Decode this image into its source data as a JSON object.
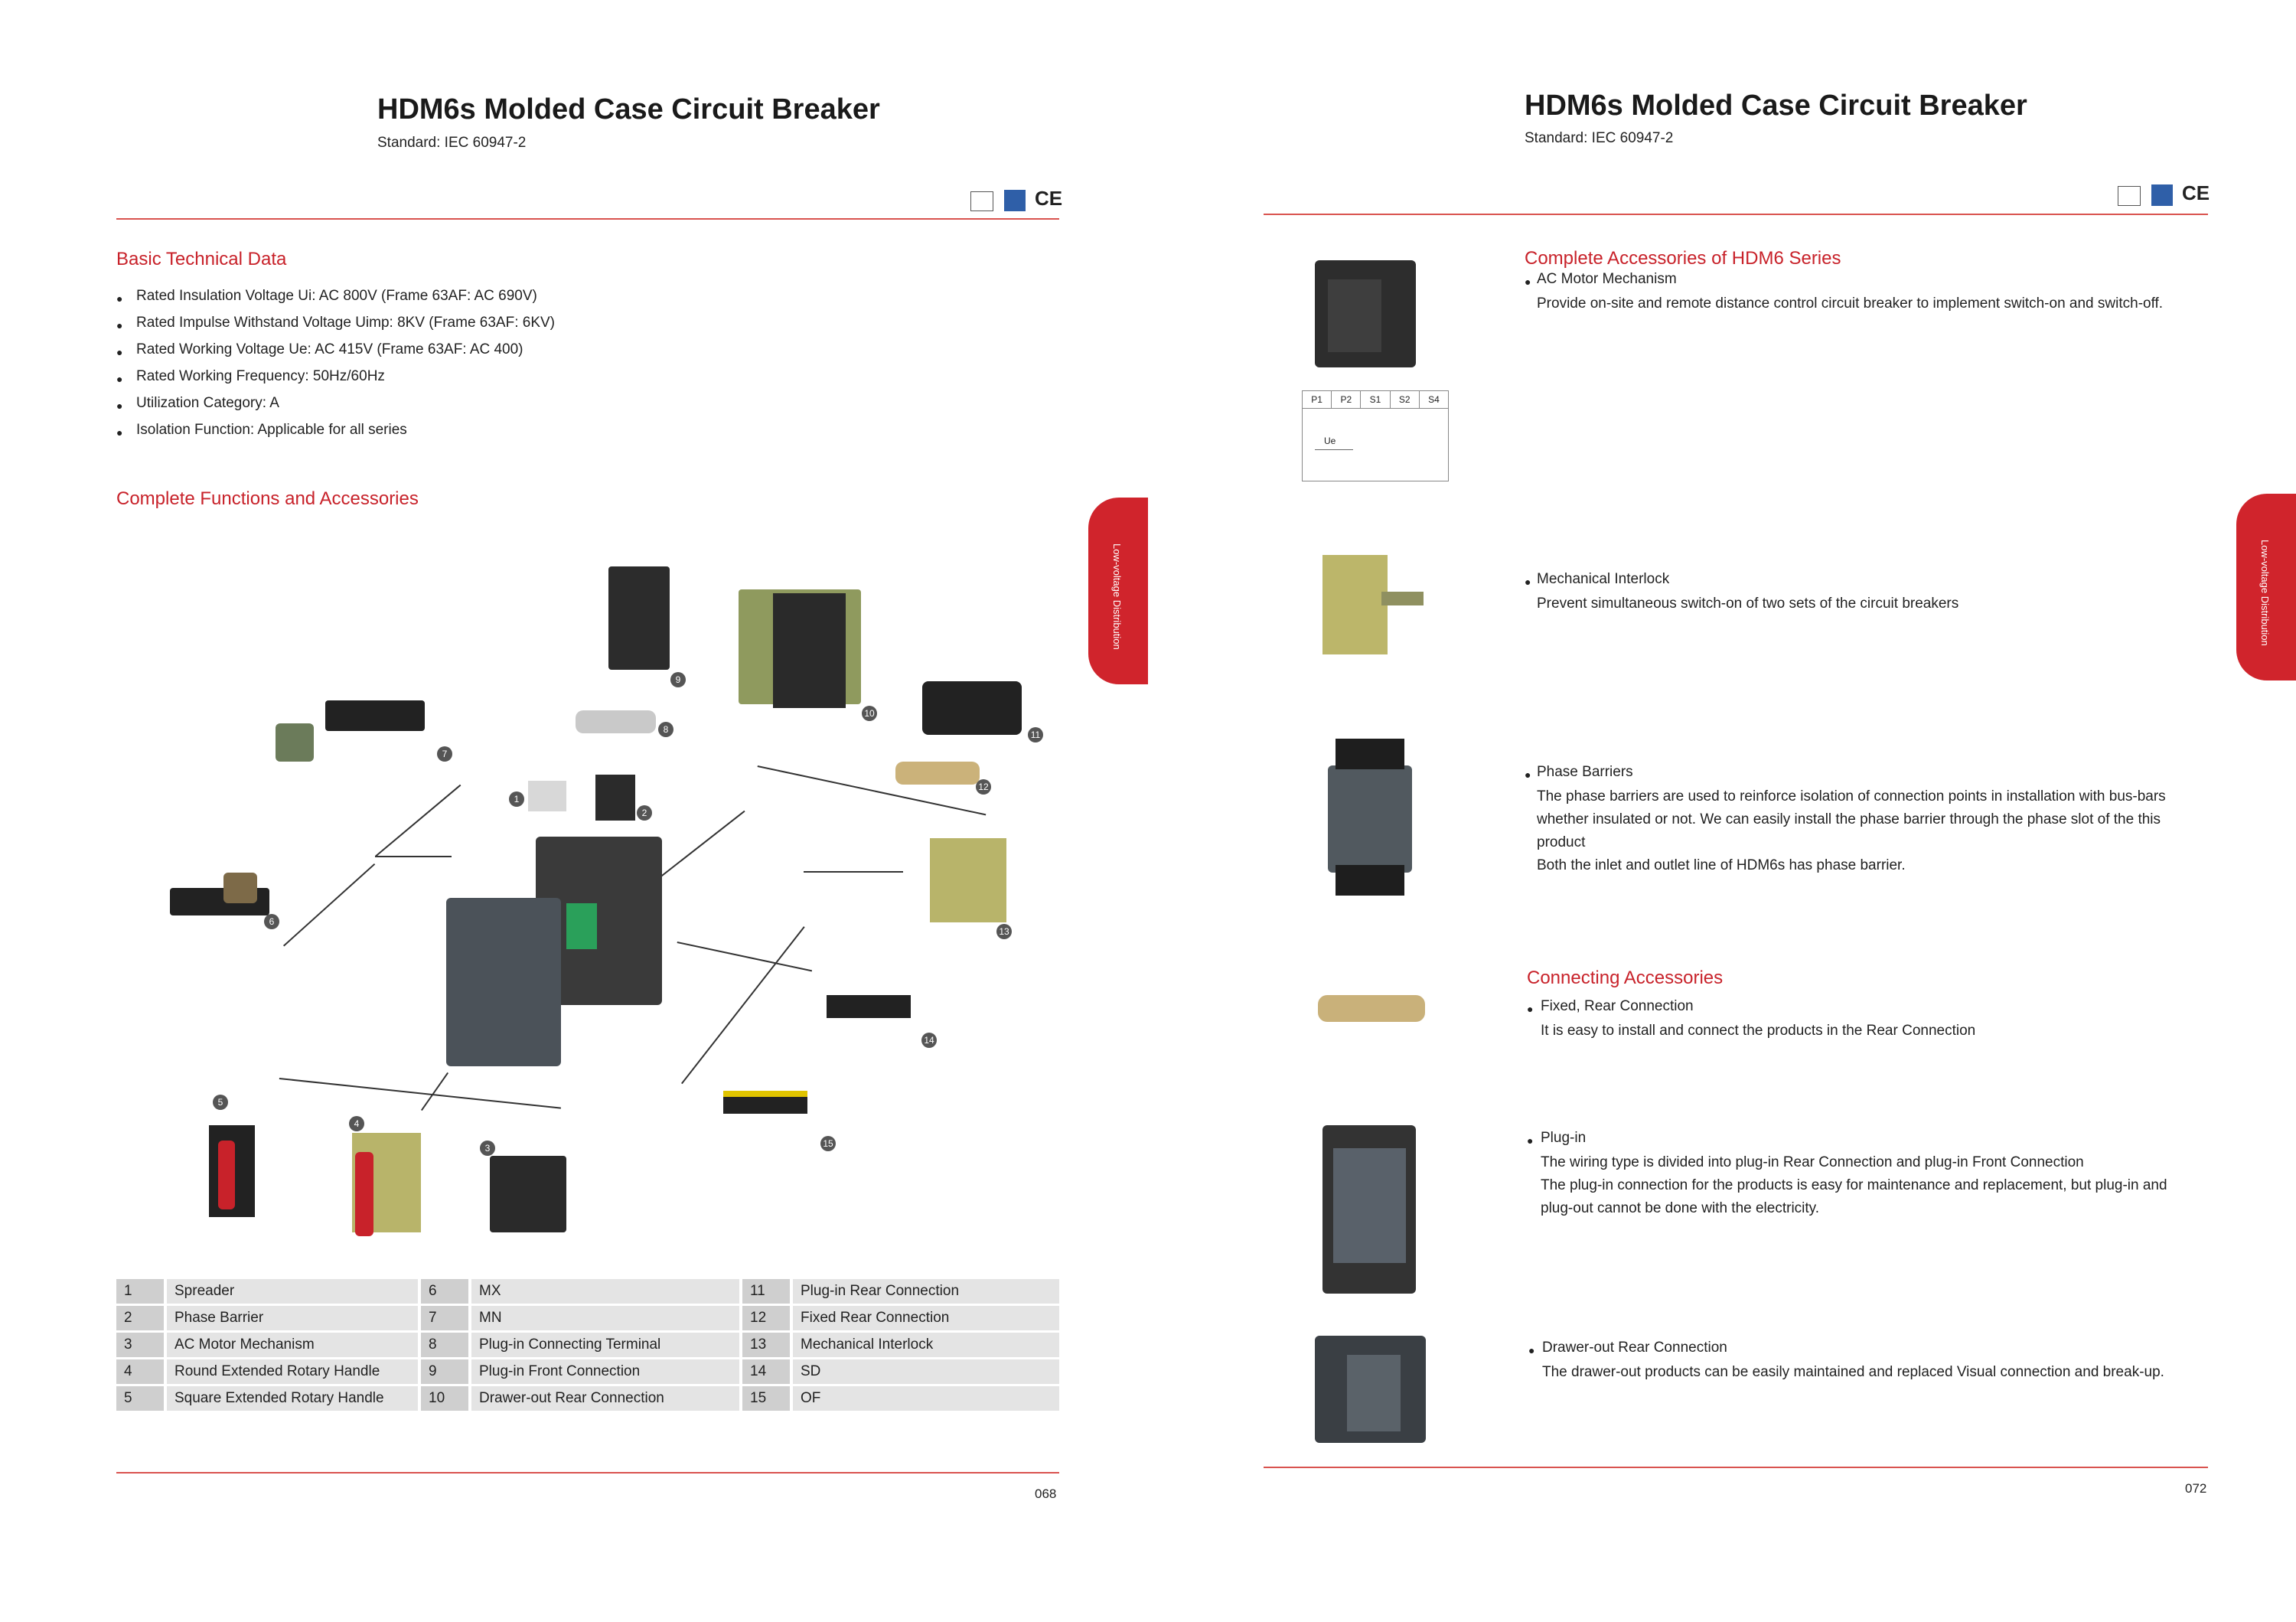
{
  "left": {
    "title": "HDM6s Molded Case Circuit Breaker",
    "standard": "Standard: IEC 60947-2",
    "basic_heading": "Basic Technical Data",
    "basic_items": [
      "Rated Insulation Voltage Ui: AC 800V (Frame 63AF: AC 690V)",
      "Rated Impulse Withstand Voltage Uimp: 8KV (Frame 63AF: 6KV)",
      "Rated Working Voltage Ue: AC 415V (Frame 63AF: AC 400)",
      "Rated Working Frequency: 50Hz/60Hz",
      "Utilization Category: A",
      "Isolation Function: Applicable for all series"
    ],
    "functions_heading": "Complete Functions and Accessories",
    "tab_label": "Low-voltage Distribution",
    "part_numbers": [
      "1",
      "2",
      "3",
      "4",
      "5",
      "6",
      "7",
      "8",
      "9",
      "10",
      "11",
      "12",
      "13",
      "14",
      "15"
    ],
    "parts_table": [
      [
        "1",
        "Spreader",
        "6",
        "MX",
        "11",
        "Plug-in Rear Connection"
      ],
      [
        "2",
        "Phase Barrier",
        "7",
        "MN",
        "12",
        "Fixed Rear Connection"
      ],
      [
        "3",
        "AC Motor Mechanism",
        "8",
        "Plug-in Connecting Terminal",
        "13",
        "Mechanical Interlock"
      ],
      [
        "4",
        "Round Extended Rotary Handle",
        "9",
        "Plug-in Front Connection",
        "14",
        "SD"
      ],
      [
        "5",
        "Square Extended Rotary Handle",
        "10",
        "Drawer-out Rear Connection",
        "15",
        "OF"
      ]
    ],
    "page_number": "068",
    "cert_ce": "CE"
  },
  "right": {
    "title": "HDM6s Molded Case Circuit Breaker",
    "standard": "Standard: IEC 60947-2",
    "accessories_heading": "Complete Accessories of HDM6 Series",
    "connecting_heading": "Connecting Accessories",
    "tab_label": "Low-voltage Distribution",
    "diagram_labels": [
      "P1",
      "P2",
      "S1",
      "S2",
      "S4"
    ],
    "diagram_ue": "Ue",
    "items": [
      {
        "name": "AC Motor Mechanism",
        "text": [
          "Provide on-site and remote distance control circuit breaker to implement switch-on and switch-off."
        ]
      },
      {
        "name": "Mechanical Interlock",
        "text": [
          "Prevent simultaneous switch-on of two sets of the circuit breakers"
        ]
      },
      {
        "name": "Phase Barriers",
        "text": [
          "The phase barriers are used to reinforce isolation of connection points in installation with bus-bars",
          "whether insulated or not. We can easily install the phase barrier through the phase slot of the this",
          "product",
          "Both the inlet and outlet line of HDM6s has phase barrier."
        ]
      },
      {
        "name": "Fixed, Rear Connection",
        "text": [
          "It is easy to install and connect the products in the Rear Connection"
        ]
      },
      {
        "name": "Plug-in",
        "text": [
          "The wiring type is divided into plug-in Rear Connection and plug-in Front Connection",
          "The plug-in connection for the products is easy for maintenance and replacement, but plug-in and",
          "plug-out cannot be done with the electricity."
        ]
      },
      {
        "name": "Drawer-out Rear Connection",
        "text": [
          "The drawer-out products can be easily maintained and replaced Visual connection and break-up."
        ]
      }
    ],
    "page_number": "072",
    "cert_ce": "CE"
  }
}
